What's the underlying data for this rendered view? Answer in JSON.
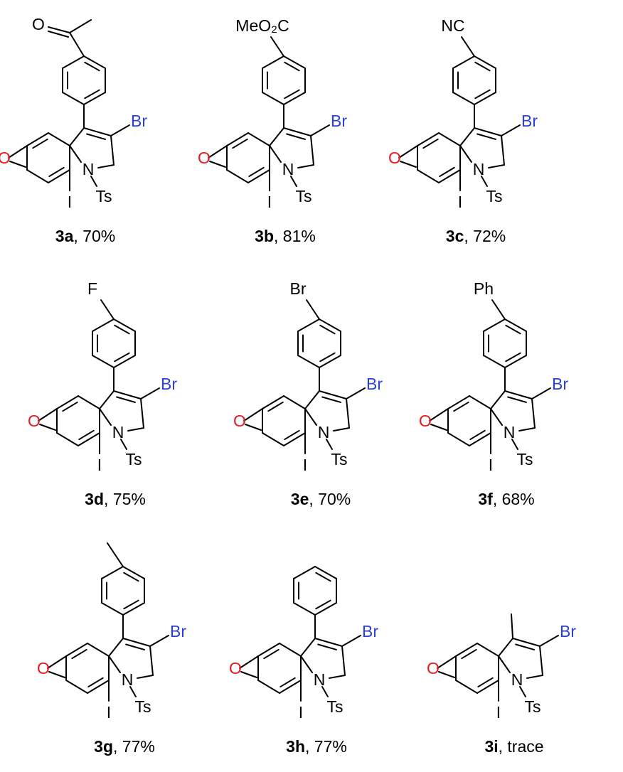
{
  "colors": {
    "oxygen": "#e8191b",
    "bromine": "#2a40d6",
    "default": "#000000"
  },
  "labels": {
    "O": "O",
    "N": "N",
    "Ts": "Ts",
    "I": "I",
    "Br": "Br"
  },
  "compounds": [
    {
      "id": "3a",
      "yield": ", 70%",
      "substituent": "acetyl",
      "sub_label": ""
    },
    {
      "id": "3b",
      "yield": ", 81%",
      "substituent": "label",
      "sub_label": "MeO₂C"
    },
    {
      "id": "3c",
      "yield": ", 72%",
      "substituent": "label",
      "sub_label": "NC"
    },
    {
      "id": "3d",
      "yield": ", 75%",
      "substituent": "label",
      "sub_label": "F"
    },
    {
      "id": "3e",
      "yield": ", 70%",
      "substituent": "label",
      "sub_label": "Br"
    },
    {
      "id": "3f",
      "yield": ", 68%",
      "substituent": "label",
      "sub_label": "Ph"
    },
    {
      "id": "3g",
      "yield": ", 77%",
      "substituent": "methyl",
      "sub_label": ""
    },
    {
      "id": "3h",
      "yield": ", 77%",
      "substituent": "none",
      "sub_label": ""
    },
    {
      "id": "3i",
      "yield": ", trace",
      "substituent": "methyl-only",
      "sub_label": ""
    }
  ]
}
